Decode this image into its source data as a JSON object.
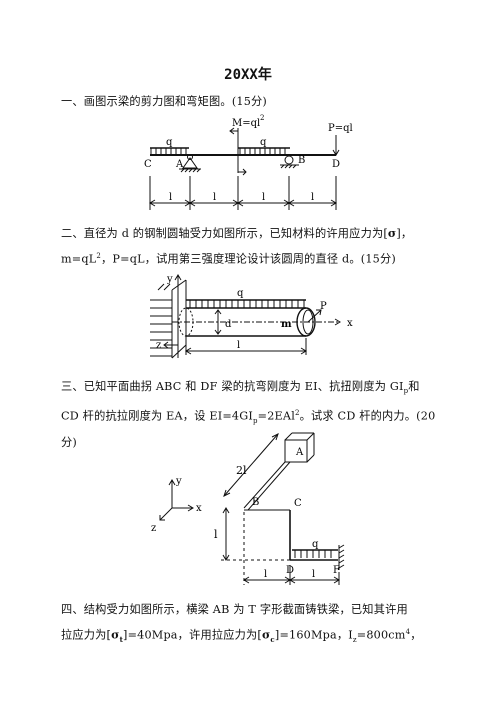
{
  "title": "20XX年",
  "q1": {
    "text": "一、画图示梁的剪力图和弯矩图。(15分)"
  },
  "fig1": {
    "m_label": "M=ql",
    "m_exp": "2",
    "q_left": "q",
    "q_mid": "q",
    "p_label": "P=ql",
    "C": "C",
    "A": "A",
    "B": "B",
    "D": "D",
    "dims": [
      "l",
      "l",
      "l",
      "l"
    ]
  },
  "q2": {
    "line1_a": "二、直径为 d 的钢制圆轴受力如图所示，已知材料的许用应力为[",
    "sigma": "σ",
    "line1_b": "]，",
    "line2_a": "m=qL",
    "line2_exp": "2",
    "line2_b": "，P=qL，试用第三强度理论设计该圆周的直径 d。(15分)"
  },
  "fig2": {
    "y": "y",
    "z": "z",
    "q": "q",
    "d": "d",
    "m": "m",
    "P": "P",
    "x": "x",
    "l": "l"
  },
  "q3": {
    "line1_a": "三、已知平面曲拐 ABC 和 DF 梁的抗弯刚度为 EI、抗扭刚度为 GI",
    "line1_sub": "p",
    "line1_b": "和",
    "line2_a": "CD 杆的抗拉刚度为 EA，设 EI=4GI",
    "line2_sub": "p",
    "line2_b": "=2EAl",
    "line2_exp": "2",
    "line2_c": "。试求 CD 杆的内力。(20分)"
  },
  "fig3": {
    "A": "A",
    "len2l": "2l",
    "y": "y",
    "x": "x",
    "z": "z",
    "B": "B",
    "C": "C",
    "l_vert": "l",
    "q": "q",
    "D": "D",
    "F": "F",
    "l1": "l",
    "l2": "l"
  },
  "q4": {
    "line1": "四、结构受力如图所示，横梁 AB 为 T 字形截面铸铁梁，已知其许用",
    "line2_a": "拉应力为[",
    "sig": "σ",
    "sub_t": "t",
    "line2_b": "]=40Mpa，许用拉应力为[",
    "sub_c": "c",
    "line2_c": "]=160Mpa，I",
    "sub_z": "z",
    "line2_d": "=800cm",
    "exp4": "4",
    "line2_e": "，"
  }
}
